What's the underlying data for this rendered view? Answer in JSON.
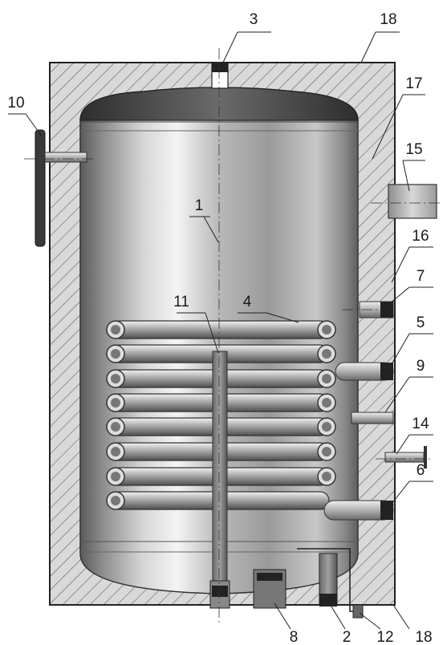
{
  "diagram": {
    "callouts": [
      {
        "id": "c1",
        "text": "1"
      },
      {
        "id": "c2",
        "text": "2"
      },
      {
        "id": "c3",
        "text": "3"
      },
      {
        "id": "c4",
        "text": "4"
      },
      {
        "id": "c5",
        "text": "5"
      },
      {
        "id": "c6",
        "text": "6"
      },
      {
        "id": "c7",
        "text": "7"
      },
      {
        "id": "c8",
        "text": "8"
      },
      {
        "id": "c9",
        "text": "9"
      },
      {
        "id": "c10",
        "text": "10"
      },
      {
        "id": "c11",
        "text": "11"
      },
      {
        "id": "c12",
        "text": "12"
      },
      {
        "id": "c14",
        "text": "14"
      },
      {
        "id": "c15",
        "text": "15"
      },
      {
        "id": "c16",
        "text": "16"
      },
      {
        "id": "c17",
        "text": "17"
      },
      {
        "id": "c18a",
        "text": "18"
      },
      {
        "id": "c18b",
        "text": "18"
      }
    ]
  }
}
